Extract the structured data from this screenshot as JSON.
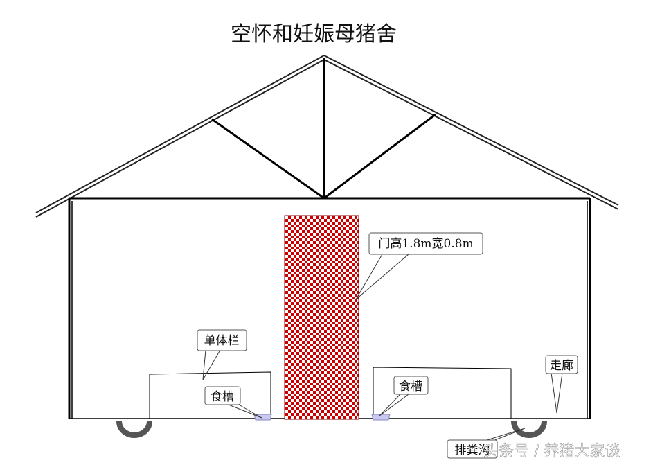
{
  "title": "空怀和妊娠母猪舍",
  "labels": {
    "door": "门高1.8m宽0.8m",
    "stall": "单体栏",
    "trough_left": "食槽",
    "trough_right": "食槽",
    "corridor": "走廊",
    "drain": "排粪沟"
  },
  "watermark": "头条号 / 养猪大家谈",
  "colors": {
    "door_red": "#cc0000",
    "trough": "#c8c8f0",
    "drain": "#555555"
  }
}
